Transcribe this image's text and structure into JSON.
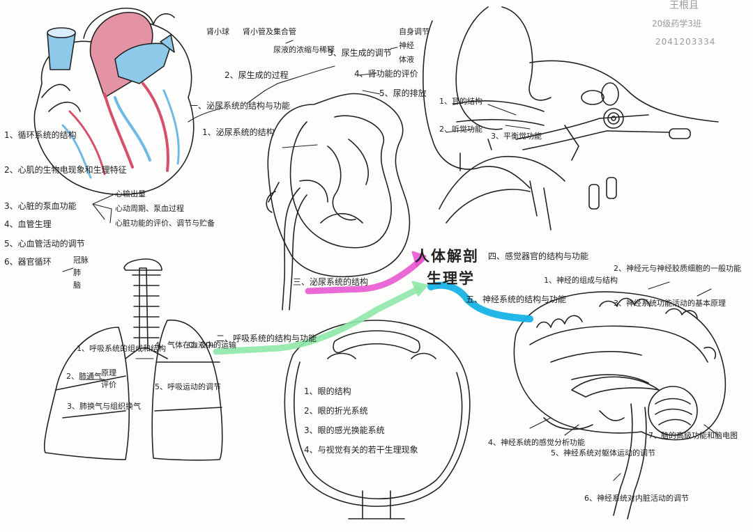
{
  "header": {
    "name": "王根且",
    "class": "20级药学3班",
    "student_id": "2041203334"
  },
  "center": {
    "title_1": "人体解剖",
    "title_2": "生理学",
    "sec4_label": "四、感觉器官的结构与功能",
    "sec5_label": "五、神经系统的结构与功能"
  },
  "circulation": {
    "items": [
      "1、循环系统的结构",
      "2、心肌的生物电现象和生理特征",
      "3、心脏的泵血功能",
      "4、血管生理",
      "5、心血管活动的调节",
      "6、器官循环"
    ],
    "pump_sub": [
      "心输出量",
      "心动周期、泵血过程",
      "心脏功能的评价、调节与贮备"
    ],
    "organ_sub": [
      "冠脉",
      "肺",
      "脑"
    ]
  },
  "urinary": {
    "section_title": "一、泌尿系统的结构与功能",
    "section_item": "1、泌尿系统的结构",
    "items": [
      "2、尿生成的过程",
      "3、尿生成的调节",
      "4、肾功能的评价",
      "5、尿的排放"
    ],
    "process_sub": [
      "肾小球",
      "肾小管及集合管",
      "尿液的浓缩与稀释"
    ],
    "reg_sub": [
      "自身调节",
      "神经",
      "体液"
    ],
    "footer_label": "三、泌尿系统的结构"
  },
  "respiratory": {
    "section_title": "二、呼吸系统的结构与功能",
    "items": [
      "1、呼吸系统的组成和结构",
      "2、肺通气",
      "3、肺换气与组织换气",
      "4、气体在血液中的运输",
      "5、呼吸运动的调节"
    ],
    "vent_sub": [
      "原理",
      "评价"
    ],
    "gas_sub": "O₂ CO₂"
  },
  "ear": {
    "items": [
      "1、耳的结构",
      "2、听觉功能",
      "3、平衡觉功能"
    ]
  },
  "eye": {
    "items": [
      "1、眼的结构",
      "2、眼的折光系统",
      "3、眼的感光换能系统",
      "4、与视觉有关的若干生理现象"
    ]
  },
  "nervous": {
    "items": [
      "1、神经的组成与结构",
      "2、神经元与神经胶质细胞的一般功能",
      "3、神经系统功能活动的基本原理",
      "4、神经系统的感觉分析功能",
      "5、神经系统对躯体运动的调节",
      "6、神经系统对内脏活动的调节",
      "7、脑的高级功能和脑电图"
    ]
  },
  "colors": {
    "magenta_arrow": "#e84fd0",
    "green_arrow": "#8ee8a8",
    "cyan_arrow": "#17b3e6",
    "artery_red": "#d6506c",
    "vein_blue": "#6fb9e6",
    "ink": "#222222"
  }
}
